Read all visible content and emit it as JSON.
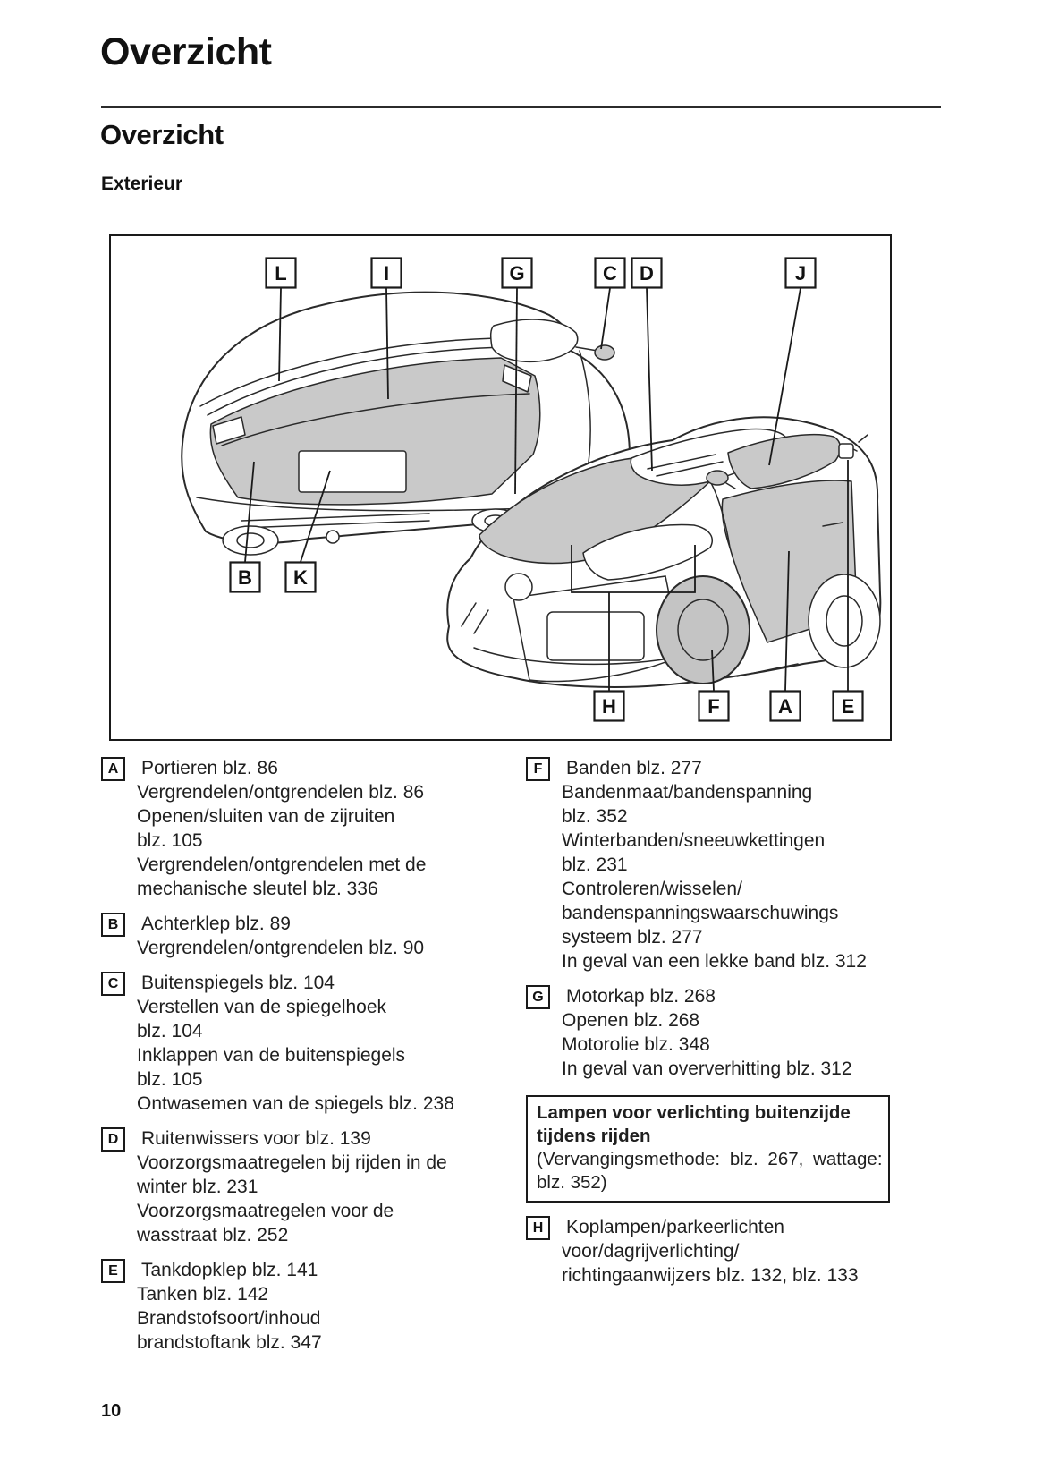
{
  "page": {
    "title": "Overzicht",
    "section_title": "Overzicht",
    "subsection": "Exterieur",
    "page_number": "10"
  },
  "colors": {
    "diagram_shade": "#c9c9c9",
    "text": "#1f1f1f",
    "line": "#1a1a1a"
  },
  "diagram": {
    "description": "Exterior views of car (rear three-quarter and front three-quarter) with lettered callouts",
    "labels": [
      {
        "id": "L"
      },
      {
        "id": "I"
      },
      {
        "id": "G"
      },
      {
        "id": "C"
      },
      {
        "id": "D"
      },
      {
        "id": "J"
      },
      {
        "id": "B"
      },
      {
        "id": "K"
      },
      {
        "id": "H"
      },
      {
        "id": "F"
      },
      {
        "id": "A"
      },
      {
        "id": "E"
      }
    ]
  },
  "legend": {
    "left": [
      {
        "id": "A",
        "lines": [
          "Portieren blz. 86",
          "Vergrendelen/ontgrendelen blz. 86",
          "Openen/sluiten van de zijruiten",
          "blz. 105",
          "Vergrendelen/ontgrendelen met de",
          "mechanische sleutel blz. 336"
        ]
      },
      {
        "id": "B",
        "lines": [
          "Achterklep blz. 89",
          "Vergrendelen/ontgrendelen blz. 90"
        ]
      },
      {
        "id": "C",
        "lines": [
          "Buitenspiegels blz. 104",
          "Verstellen van de spiegelhoek",
          "blz. 104",
          "Inklappen van de buitenspiegels",
          "blz. 105",
          "Ontwasemen van de spiegels blz. 238"
        ]
      },
      {
        "id": "D",
        "lines": [
          "Ruitenwissers voor blz. 139",
          "Voorzorgsmaatregelen bij rijden in de",
          "winter blz. 231",
          "Voorzorgsmaatregelen voor de",
          "wasstraat blz. 252"
        ]
      },
      {
        "id": "E",
        "lines": [
          "Tankdopklep blz. 141",
          "Tanken blz. 142",
          "Brandstofsoort/inhoud",
          "brandstoftank blz. 347"
        ]
      }
    ],
    "right": [
      {
        "id": "F",
        "lines": [
          "Banden blz. 277",
          "Bandenmaat/bandenspanning",
          "blz. 352",
          "Winterbanden/sneeuwkettingen",
          "blz. 231",
          "Controleren/wisselen/",
          "bandenspanningswaarschuwings",
          "systeem blz. 277",
          "In geval van een lekke band blz. 312"
        ]
      },
      {
        "id": "G",
        "lines": [
          "Motorkap blz. 268",
          "Openen blz. 268",
          "Motorolie blz. 348",
          "In geval van oververhitting blz. 312"
        ]
      },
      {
        "id": "H",
        "lines": [
          "Koplampen/parkeerlichten",
          "voor/dagrijverlichting/",
          "richtingaanwijzers blz. 132, blz. 133"
        ]
      }
    ],
    "note_box": {
      "title_lines": [
        "Lampen voor verlichting buitenzijde",
        "tijdens rijden"
      ],
      "body_lines": [
        "(Vervangingsmethode: blz. 267, wattage:",
        "blz. 352)"
      ]
    }
  }
}
